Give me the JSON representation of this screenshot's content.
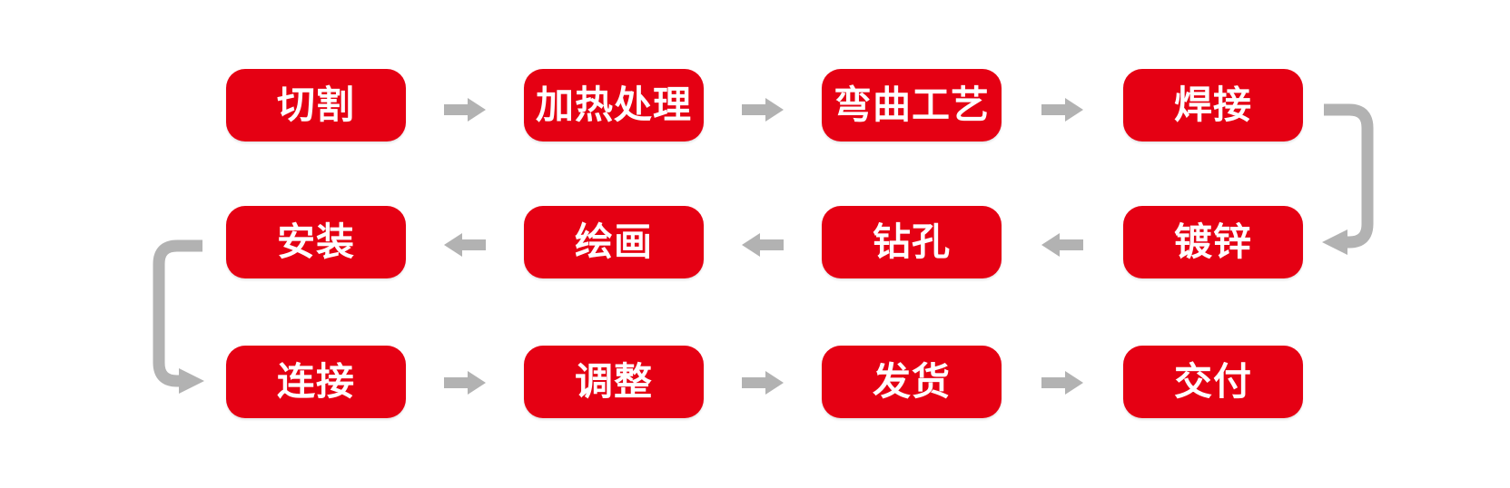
{
  "theme": {
    "node_fill": "#e50013",
    "node_text": "#ffffff",
    "arrow_fill": "#b2b2b2",
    "background": "#ffffff"
  },
  "flow": {
    "rows": [
      {
        "direction": "right",
        "steps": [
          "切割",
          "加热处理",
          "弯曲工艺",
          "焊接"
        ]
      },
      {
        "direction": "left",
        "steps": [
          "安装",
          "绘画",
          "钻孔",
          "镀锌"
        ]
      },
      {
        "direction": "right",
        "steps": [
          "连接",
          "调整",
          "发货",
          "交付"
        ]
      }
    ],
    "sequence": [
      "切割",
      "加热处理",
      "弯曲工艺",
      "焊接",
      "镀锌",
      "钻孔",
      "绘画",
      "安装",
      "连接",
      "调整",
      "发货",
      "交付"
    ]
  }
}
